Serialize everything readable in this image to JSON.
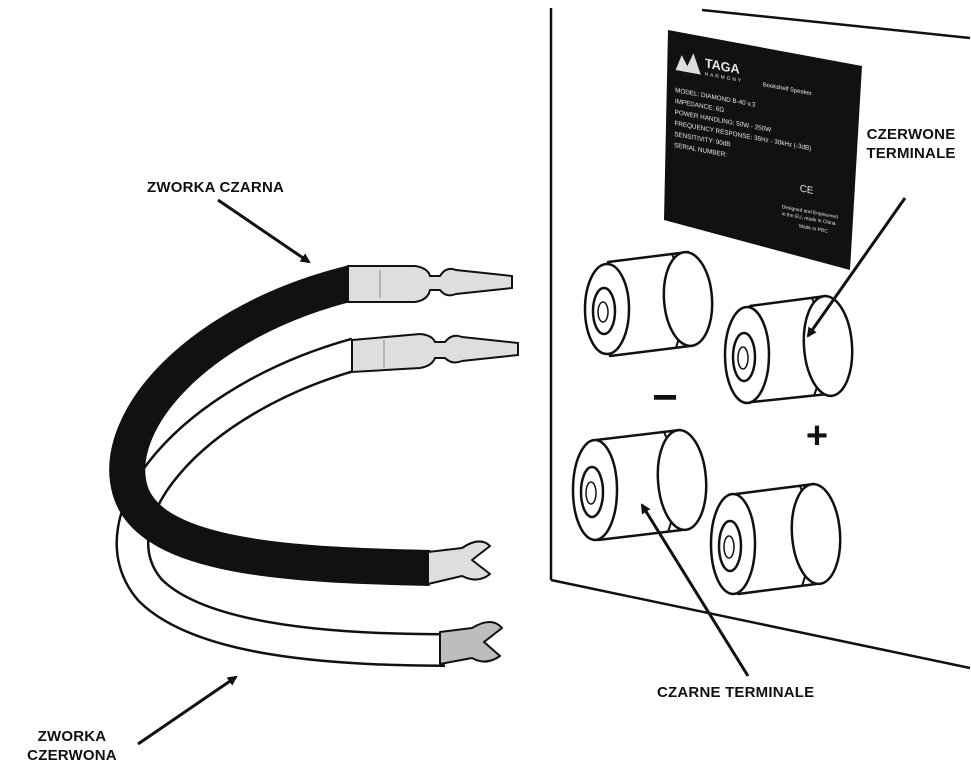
{
  "labels": {
    "black_jumper": "ZWORKA CZARNA",
    "red_jumper_line1": "ZWORKA",
    "red_jumper_line2": "CZERWONA",
    "red_terminals_line1": "CZERWONE",
    "red_terminals_line2": "TERMINALE",
    "black_terminals": "CZARNE TERMINALE",
    "minus_sign": "−",
    "plus_sign": "+"
  },
  "plate": {
    "brand": "TAGA",
    "brand_sub": "HARMONY",
    "product": "Bookshelf Speaker",
    "lines": [
      "MODEL: DIAMOND B-40 v.3",
      "IMPEDANCE: 6Ω",
      "POWER HANDLING: 50W - 250W",
      "FREQUENCY RESPONSE: 36Hz - 30kHz (-3dB)",
      "SENSITIVITY: 90dB",
      "SERIAL NUMBER:"
    ],
    "ce_mark": "CE",
    "footer_line1": "Designed and Engineered",
    "footer_line2": "in the EU, made in China",
    "footer_line3": "Made in PRC"
  }
}
